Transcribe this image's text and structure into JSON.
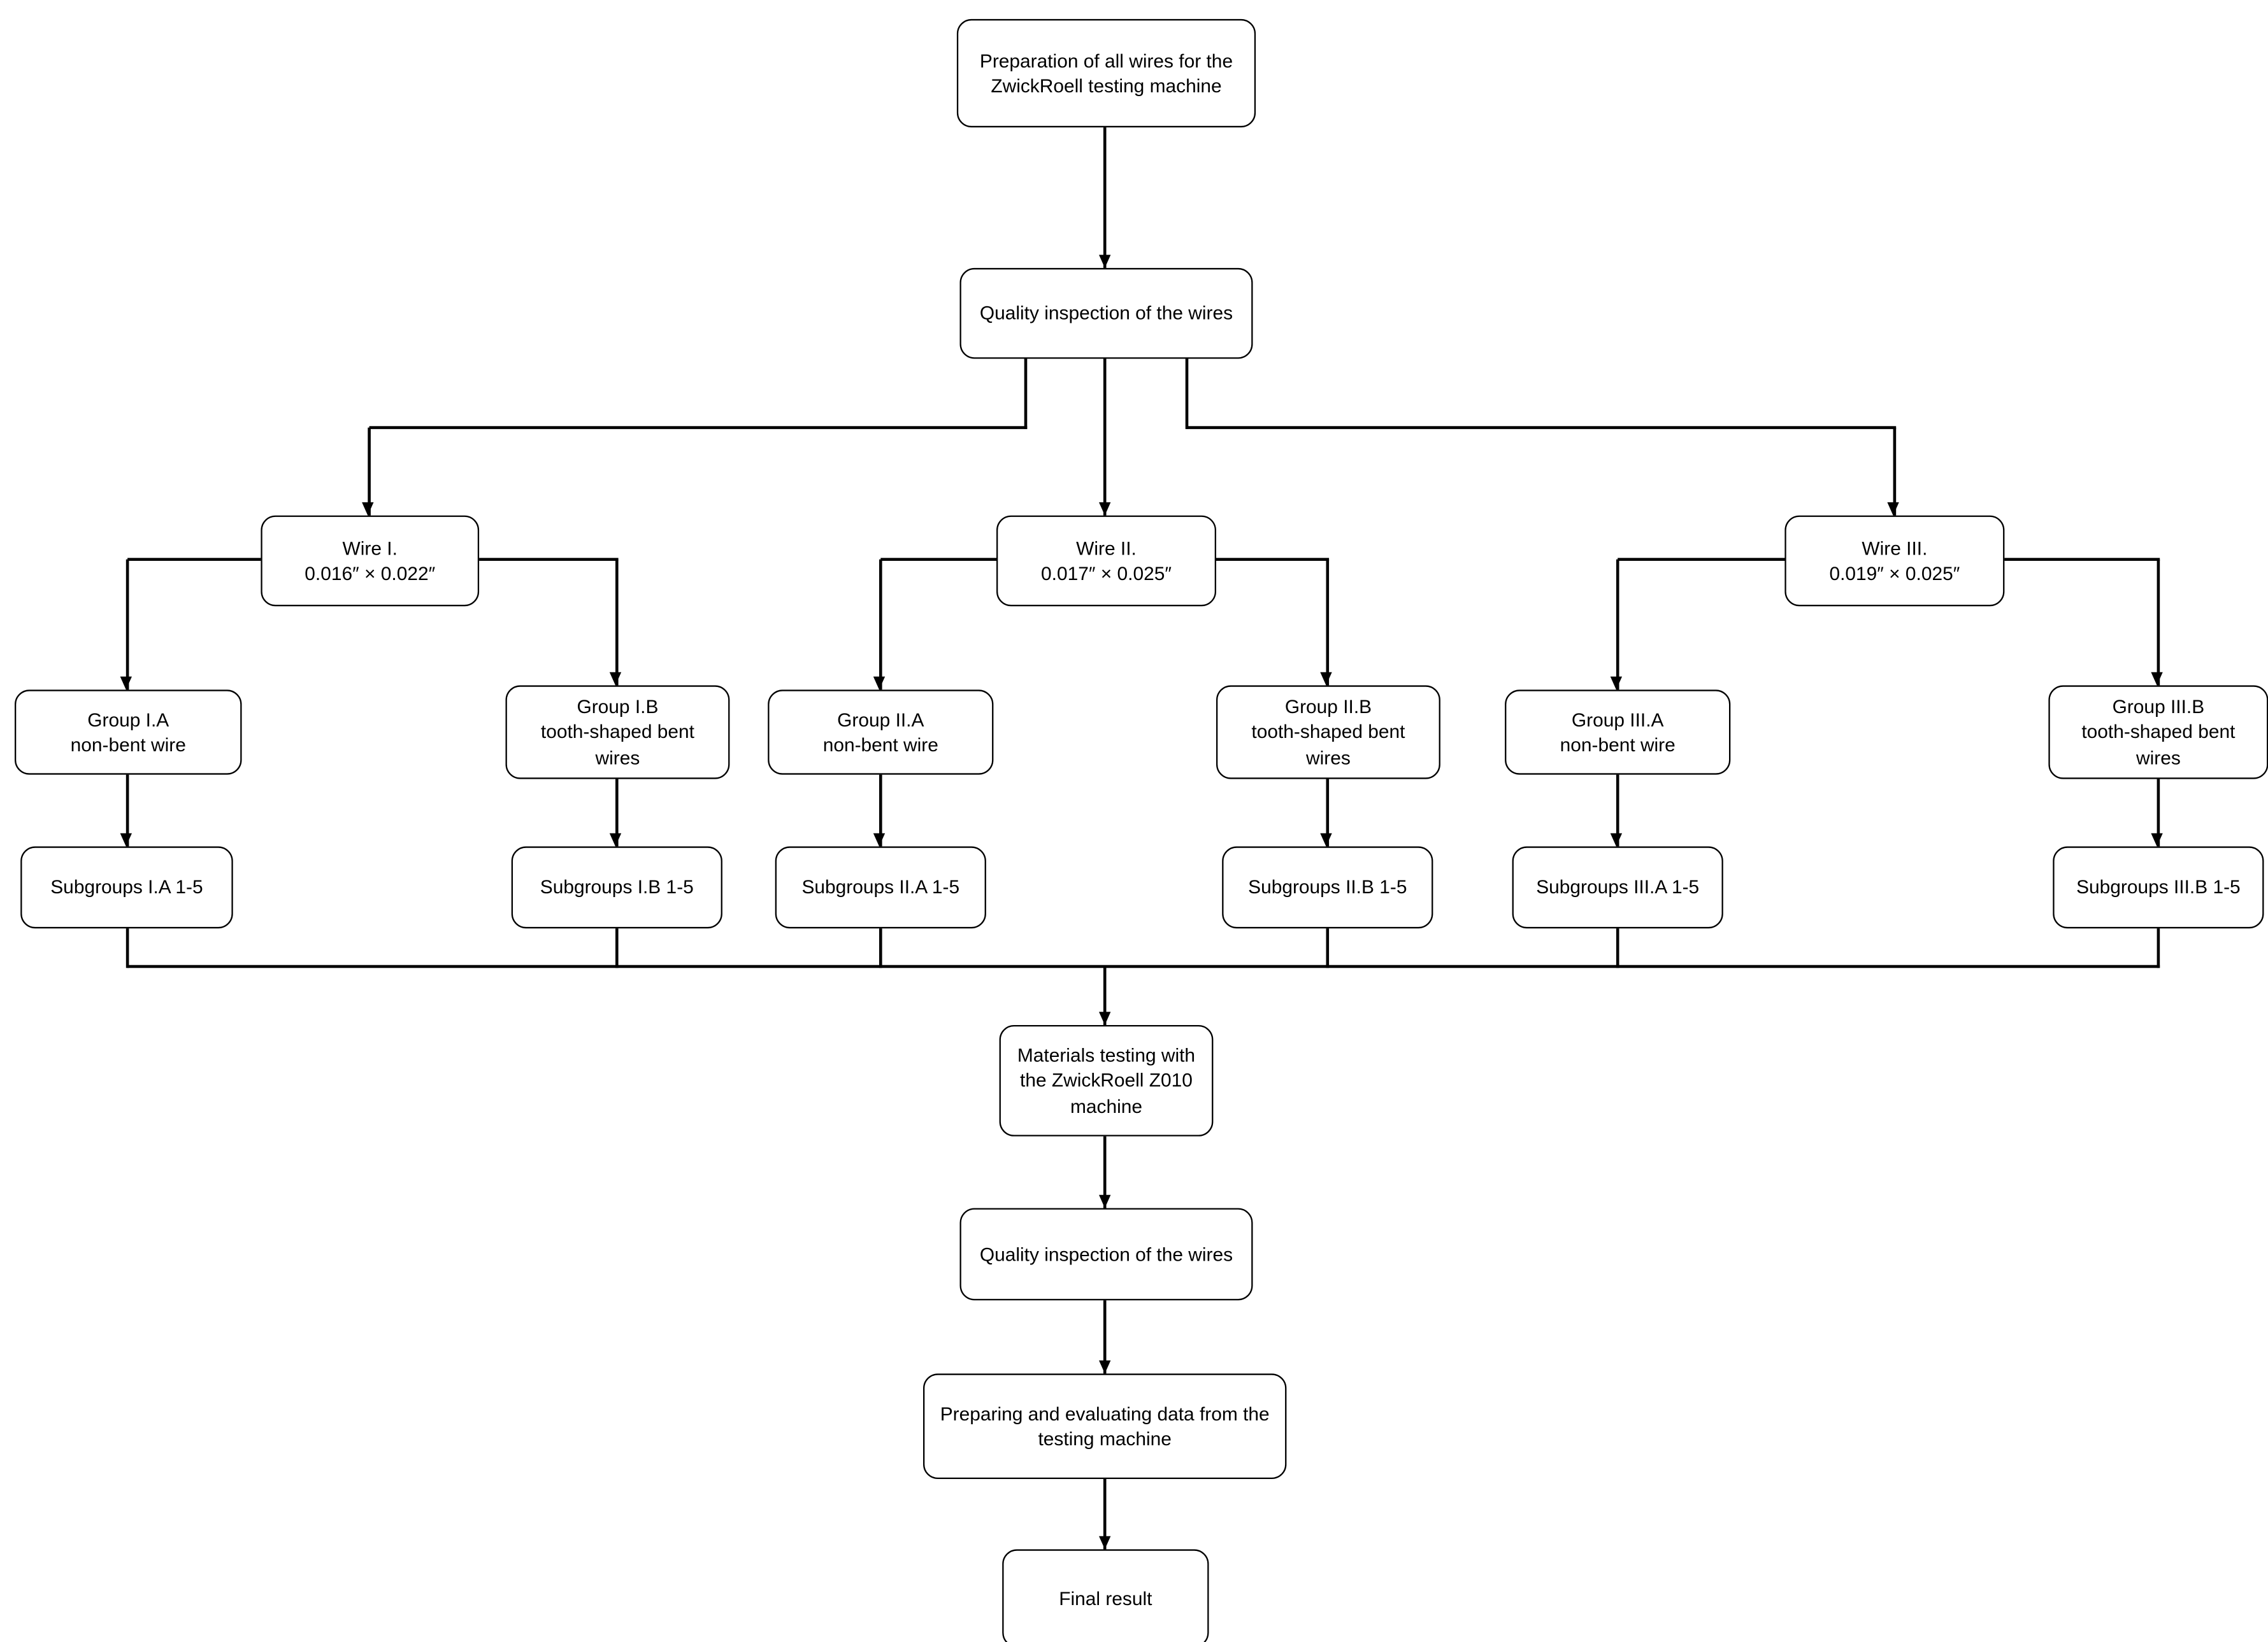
{
  "diagram": {
    "title_hint": "Wire testing flowchart",
    "nodes": {
      "prep": "Preparation of all wires for the\nZwickRoell testing machine",
      "quality1": "Quality inspection of the wires",
      "wire1": "Wire I.\n0.016″ × 0.022″",
      "wire2": "Wire II.\n0.017″ × 0.025″",
      "wire3": "Wire III.\n0.019″ × 0.025″",
      "group1a": "Group I.A\nnon-bent wire",
      "group1b": "Group I.B\ntooth-shaped bent\nwires",
      "group2a": "Group II.A\nnon-bent wire",
      "group2b": "Group II.B\ntooth-shaped bent\nwires",
      "group3a": "Group III.A\nnon-bent wire",
      "group3b": "Group III.B\ntooth-shaped bent\nwires",
      "sub1a": "Subgroups I.A 1-5",
      "sub1b": "Subgroups I.B 1-5",
      "sub2a": "Subgroups II.A 1-5",
      "sub2b": "Subgroups II.B 1-5",
      "sub3a": "Subgroups III.A 1-5",
      "sub3b": "Subgroups III.B 1-5",
      "materials": "Materials testing with\nthe ZwickRoell Z010\nmachine",
      "quality2": "Quality inspection of the wires",
      "preparing": "Preparing and evaluating data from the\ntesting machine",
      "final": "Final result"
    },
    "colors": {
      "line": "#000000",
      "box_fill": "#ffffff",
      "text": "#000000"
    }
  }
}
